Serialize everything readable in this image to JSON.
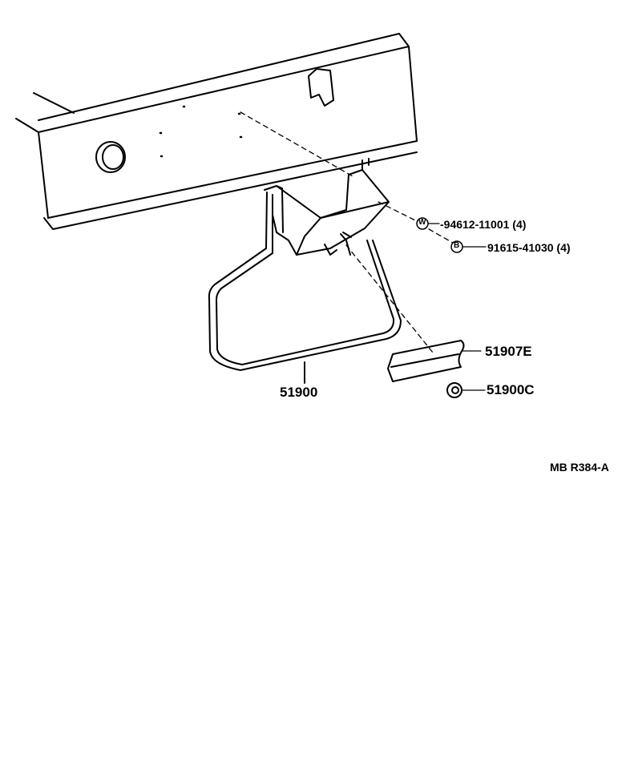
{
  "diagram": {
    "callouts": [
      {
        "symbol": "W",
        "part_number": "-94612-11001 (4)"
      },
      {
        "symbol": "B",
        "part_number": "91615-41030 (4)"
      },
      {
        "part_number": "51907E"
      },
      {
        "part_number": "51900C"
      },
      {
        "part_number": "51900"
      }
    ],
    "figure_code": "MB R384-A"
  }
}
